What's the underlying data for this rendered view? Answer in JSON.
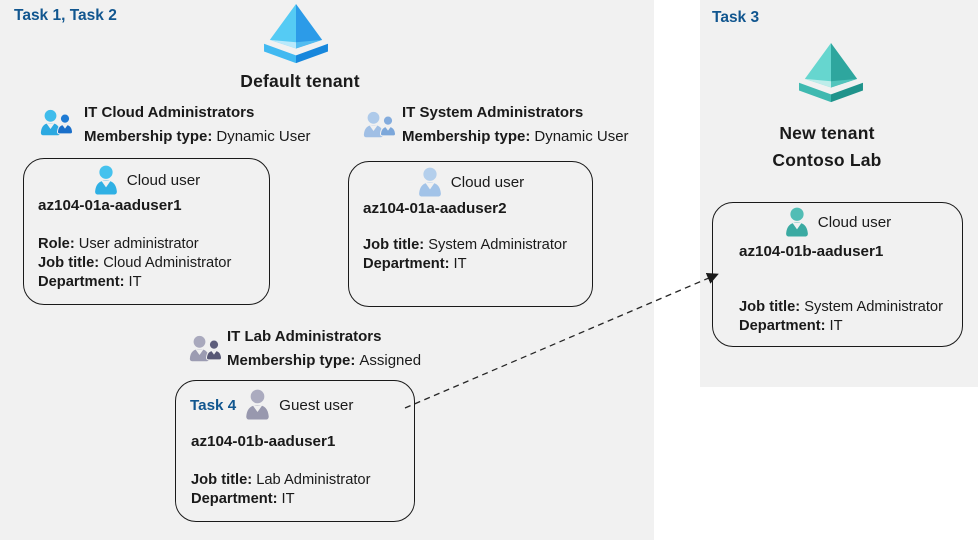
{
  "colors": {
    "panel_bg": "#F1F1F1",
    "task_label_blue": "#11568F",
    "card_border": "#1A1A1A",
    "text": "#1A1A1A",
    "tenant_icon_blue_light": "#55CBF4",
    "tenant_icon_blue_dark": "#2C9BE8",
    "tenant_icon_teal_light": "#66D6CF",
    "tenant_icon_teal_dark": "#2EA69E",
    "cloud_user_cyan": "#33B5E8",
    "cloud_user_steel": "#A2C3E8",
    "guest_user_gray": "#9898AE",
    "cloud_user_teal": "#3BAAA2"
  },
  "left_panel": {
    "header": "Task 1, Task 2",
    "tenant_name": "Default tenant",
    "tenant_icon": "azure-tenant-pyramid-blue",
    "groups": [
      {
        "icon": "group-people-blue",
        "title": "IT Cloud Administrators",
        "membership_label": "Membership type:",
        "membership_value": "Dynamic User"
      },
      {
        "icon": "group-people-steel",
        "title": "IT System Administrators",
        "membership_label": "Membership type:",
        "membership_value": "Dynamic User"
      },
      {
        "icon": "group-people-gray",
        "title": "IT Lab Administrators",
        "membership_label": "Membership type:",
        "membership_value": "Assigned"
      }
    ],
    "cards": [
      {
        "icon": "person-cyan",
        "user_type": "Cloud user",
        "name": "az104-01a-aaduser1",
        "fields": [
          {
            "label": "Role:",
            "value": "User administrator"
          },
          {
            "label": "Job title:",
            "value": "Cloud Administrator"
          },
          {
            "label": "Department:",
            "value": "IT"
          }
        ]
      },
      {
        "icon": "person-steel",
        "user_type": "Cloud user",
        "name": "az104-01a-aaduser2",
        "fields": [
          {
            "label": "Job title:",
            "value": "System Administrator"
          },
          {
            "label": "Department:",
            "value": "IT"
          }
        ]
      },
      {
        "icon": "person-gray",
        "task_label": "Task 4",
        "user_type": "Guest user",
        "name": "az104-01b-aaduser1",
        "fields": [
          {
            "label": "Job title:",
            "value": "Lab Administrator"
          },
          {
            "label": "Department:",
            "value": "IT"
          }
        ]
      }
    ]
  },
  "right_panel": {
    "header": "Task 3",
    "tenant_icon": "azure-tenant-pyramid-teal",
    "tenant_name_line1": "New tenant",
    "tenant_name_line2": "Contoso Lab",
    "card": {
      "icon": "person-teal",
      "user_type": "Cloud user",
      "name": "az104-01b-aaduser1",
      "fields": [
        {
          "label": "Job title:",
          "value": "System Administrator"
        },
        {
          "label": "Department:",
          "value": "IT"
        }
      ]
    }
  },
  "arrow": {
    "from": "guest-user-card",
    "to": "new-tenant-cloud-user-card",
    "style": "dashed"
  }
}
